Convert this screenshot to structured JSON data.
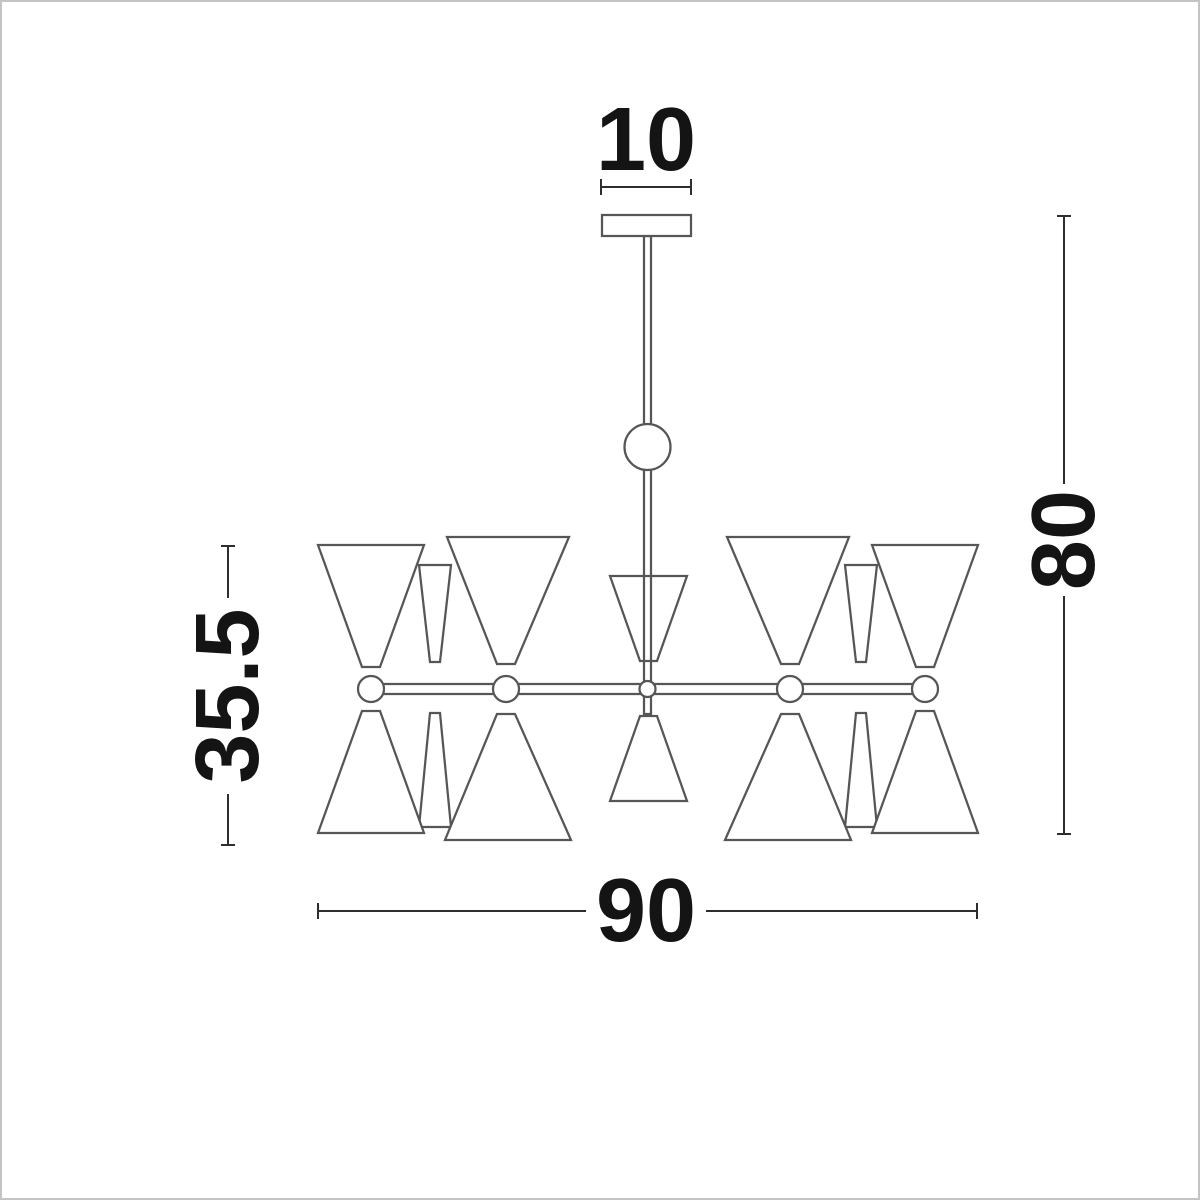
{
  "diagram": {
    "type": "technical-dimension-drawing",
    "subject": "pendant-chandelier-front-view",
    "colors": {
      "background": "#ffffff",
      "drawing_line": "#565656",
      "dimension_line": "#2e2e2e",
      "dimension_text": "#141414",
      "frame_border": "#c4c4c4"
    },
    "dimensions": {
      "canopy_width": "10",
      "total_height": "80",
      "fixture_height": "35.5",
      "total_width": "90"
    }
  }
}
